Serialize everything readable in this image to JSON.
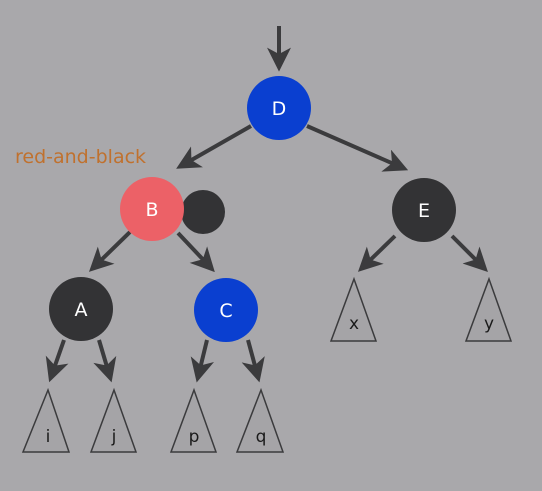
{
  "diagram": {
    "annotation": "red-and-black",
    "colors": {
      "background": "#a9a8ab",
      "blue_node": "#0a3fd0",
      "red_node": "#ec6167",
      "black_node": "#333335",
      "edge": "#3b3b3d",
      "leaf_fill": "#a5a4a7",
      "annotation": "#c0712e"
    },
    "nodes": [
      {
        "id": "D",
        "label": "D",
        "color": "blue"
      },
      {
        "id": "B",
        "label": "B",
        "color": "red",
        "extra_black": true
      },
      {
        "id": "E",
        "label": "E",
        "color": "black"
      },
      {
        "id": "A",
        "label": "A",
        "color": "black"
      },
      {
        "id": "C",
        "label": "C",
        "color": "blue"
      }
    ],
    "subtrees": [
      {
        "id": "i",
        "label": "i"
      },
      {
        "id": "j",
        "label": "j"
      },
      {
        "id": "p",
        "label": "p"
      },
      {
        "id": "q",
        "label": "q"
      },
      {
        "id": "x",
        "label": "x"
      },
      {
        "id": "y",
        "label": "y"
      }
    ],
    "edges": [
      {
        "from": "D",
        "to": "B"
      },
      {
        "from": "D",
        "to": "E"
      },
      {
        "from": "B",
        "to": "A"
      },
      {
        "from": "B",
        "to": "C"
      },
      {
        "from": "A",
        "to": "i"
      },
      {
        "from": "A",
        "to": "j"
      },
      {
        "from": "C",
        "to": "p"
      },
      {
        "from": "C",
        "to": "q"
      },
      {
        "from": "E",
        "to": "x"
      },
      {
        "from": "E",
        "to": "y"
      }
    ]
  }
}
